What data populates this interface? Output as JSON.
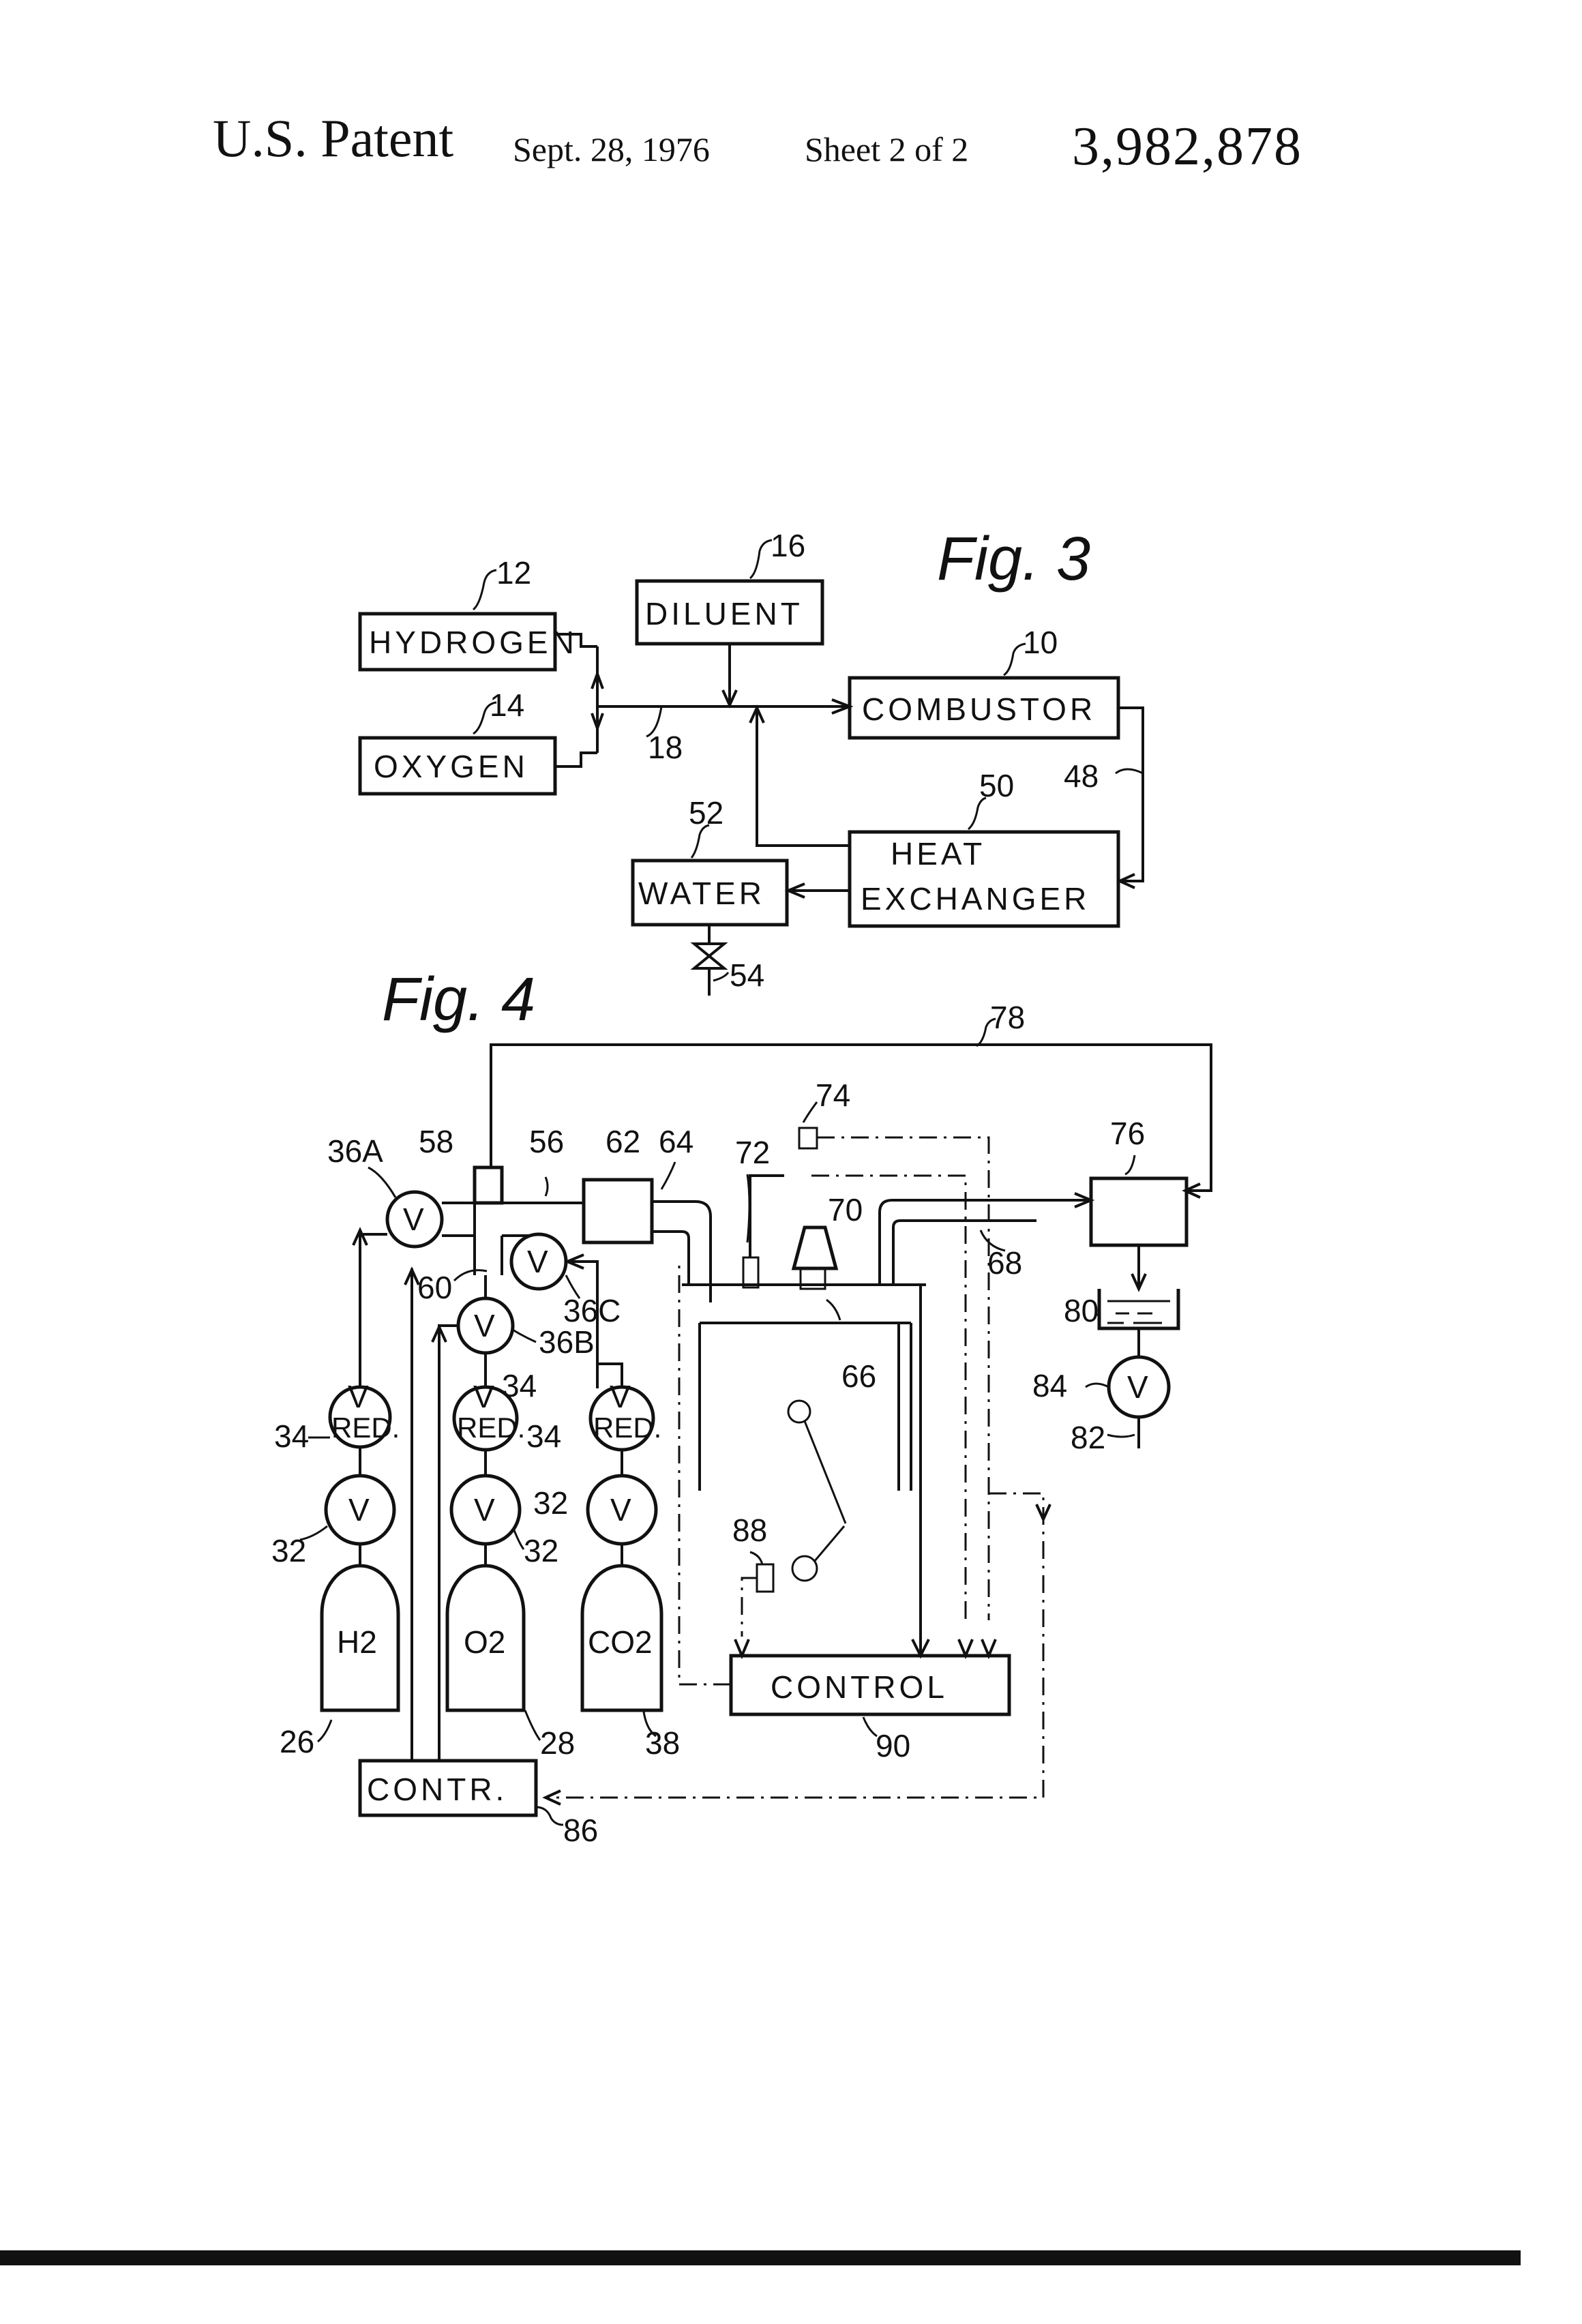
{
  "header": {
    "title": "U.S. Patent",
    "date": "Sept. 28, 1976",
    "sheet": "Sheet 2 of 2",
    "patent_number": "3,982,878"
  },
  "fig3": {
    "caption": "Fig. 3",
    "boxes": {
      "hydrogen": "HYDROGEN",
      "oxygen": "OXYGEN",
      "diluent": "DILUENT",
      "combustor": "COMBUSTOR",
      "heat_exchanger_1": "HEAT",
      "heat_exchanger_2": "EXCHANGER",
      "water": "WATER"
    },
    "refs": {
      "r10": "10",
      "r12": "12",
      "r14": "14",
      "r16": "16",
      "r18": "18",
      "r48": "48",
      "r50": "50",
      "r52": "52",
      "r54": "54"
    }
  },
  "fig4": {
    "caption": "Fig. 4",
    "labels": {
      "valve": "V",
      "red": "RED.",
      "h2": "H2",
      "o2": "O2",
      "co2": "CO2",
      "control": "CONTROL",
      "contr": "CONTR."
    },
    "refs": {
      "r26": "26",
      "r28": "28",
      "r32": "32",
      "r34": "34",
      "r36a": "36A",
      "r36b": "36B",
      "r36c": "36C",
      "r38": "38",
      "r56": "56",
      "r58": "58",
      "r60": "60",
      "r62": "62",
      "r64": "64",
      "r66": "66",
      "r68": "68",
      "r70": "70",
      "r72": "72",
      "r74": "74",
      "r76": "76",
      "r78": "78",
      "r80": "80",
      "r82": "82",
      "r84": "84",
      "r86": "86",
      "r88": "88",
      "r90": "90"
    }
  }
}
